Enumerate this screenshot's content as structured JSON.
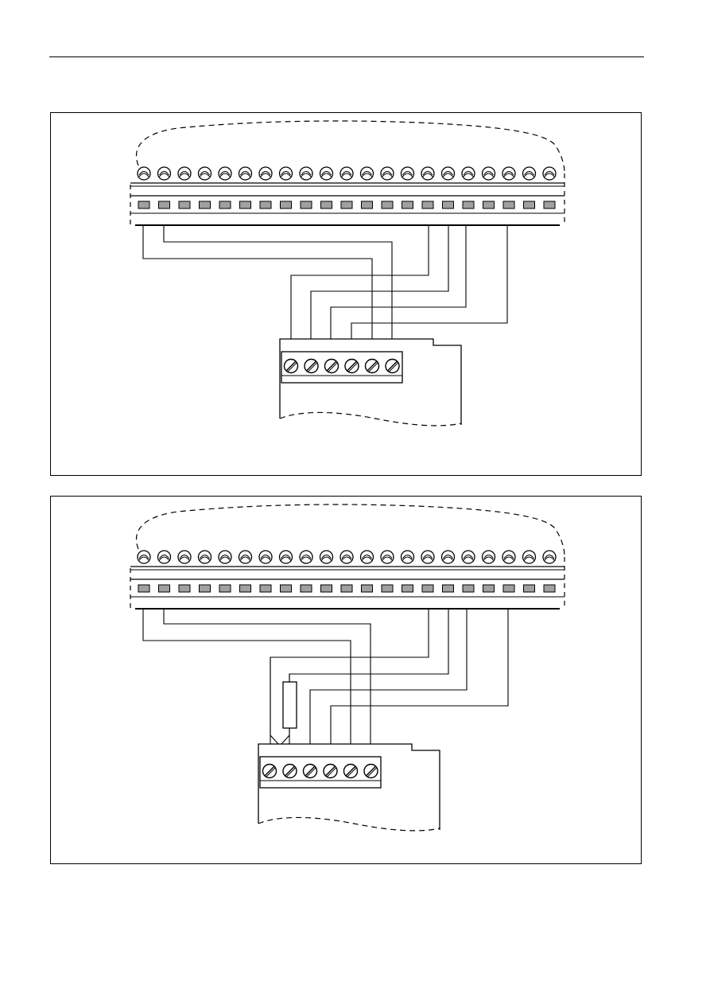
{
  "document": {
    "header_rule": true,
    "figures": [
      {
        "id": "figure-top",
        "description_visible_text": "",
        "device_terminal_count": 21,
        "connector_terminal_count": 6,
        "has_resistor": false
      },
      {
        "id": "figure-bottom",
        "description_visible_text": "",
        "device_terminal_count": 21,
        "connector_terminal_count": 6,
        "has_resistor": true
      }
    ]
  },
  "colors": {
    "line": "#000000",
    "terminal_fill": "#a0a0a0",
    "background": "#ffffff"
  },
  "icons": {
    "device_screw": "screw-terminal-icon",
    "connector_screw": "slotted-screw-icon",
    "resistor": "resistor-icon"
  }
}
